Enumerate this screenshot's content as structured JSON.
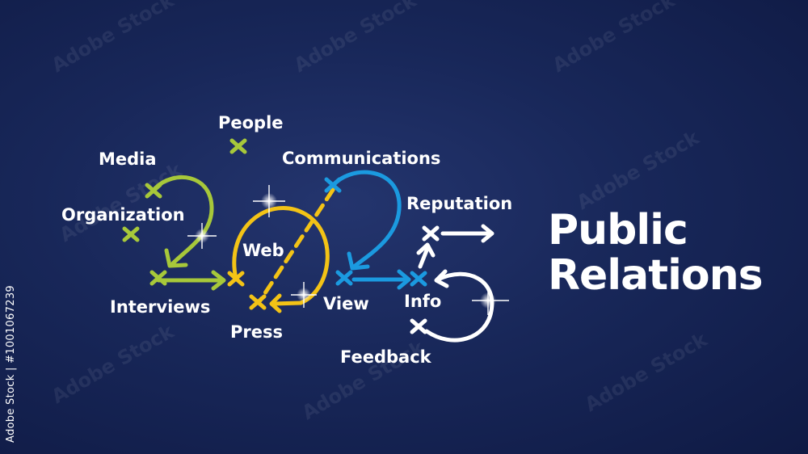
{
  "stock_id": "Adobe Stock | #1001067239",
  "watermark_text": "Adobe Stock",
  "title": {
    "line1": "Public",
    "line2": "Relations"
  },
  "labels": {
    "people": "People",
    "media": "Media",
    "organization": "Organization",
    "interviews": "Interviews",
    "web": "Web",
    "press": "Press",
    "communications": "Communications",
    "view": "View",
    "reputation": "Reputation",
    "info": "Info",
    "feedback": "Feedback"
  },
  "colors": {
    "digit_2_first": "#a7c83a",
    "digit_0": "#f3c316",
    "digit_2_second": "#1b9ae0",
    "digit_5": "#ffffff",
    "background": "#182759"
  },
  "icons": [
    "cross-marker-icon",
    "arrow-icon",
    "sparkle-icon"
  ]
}
